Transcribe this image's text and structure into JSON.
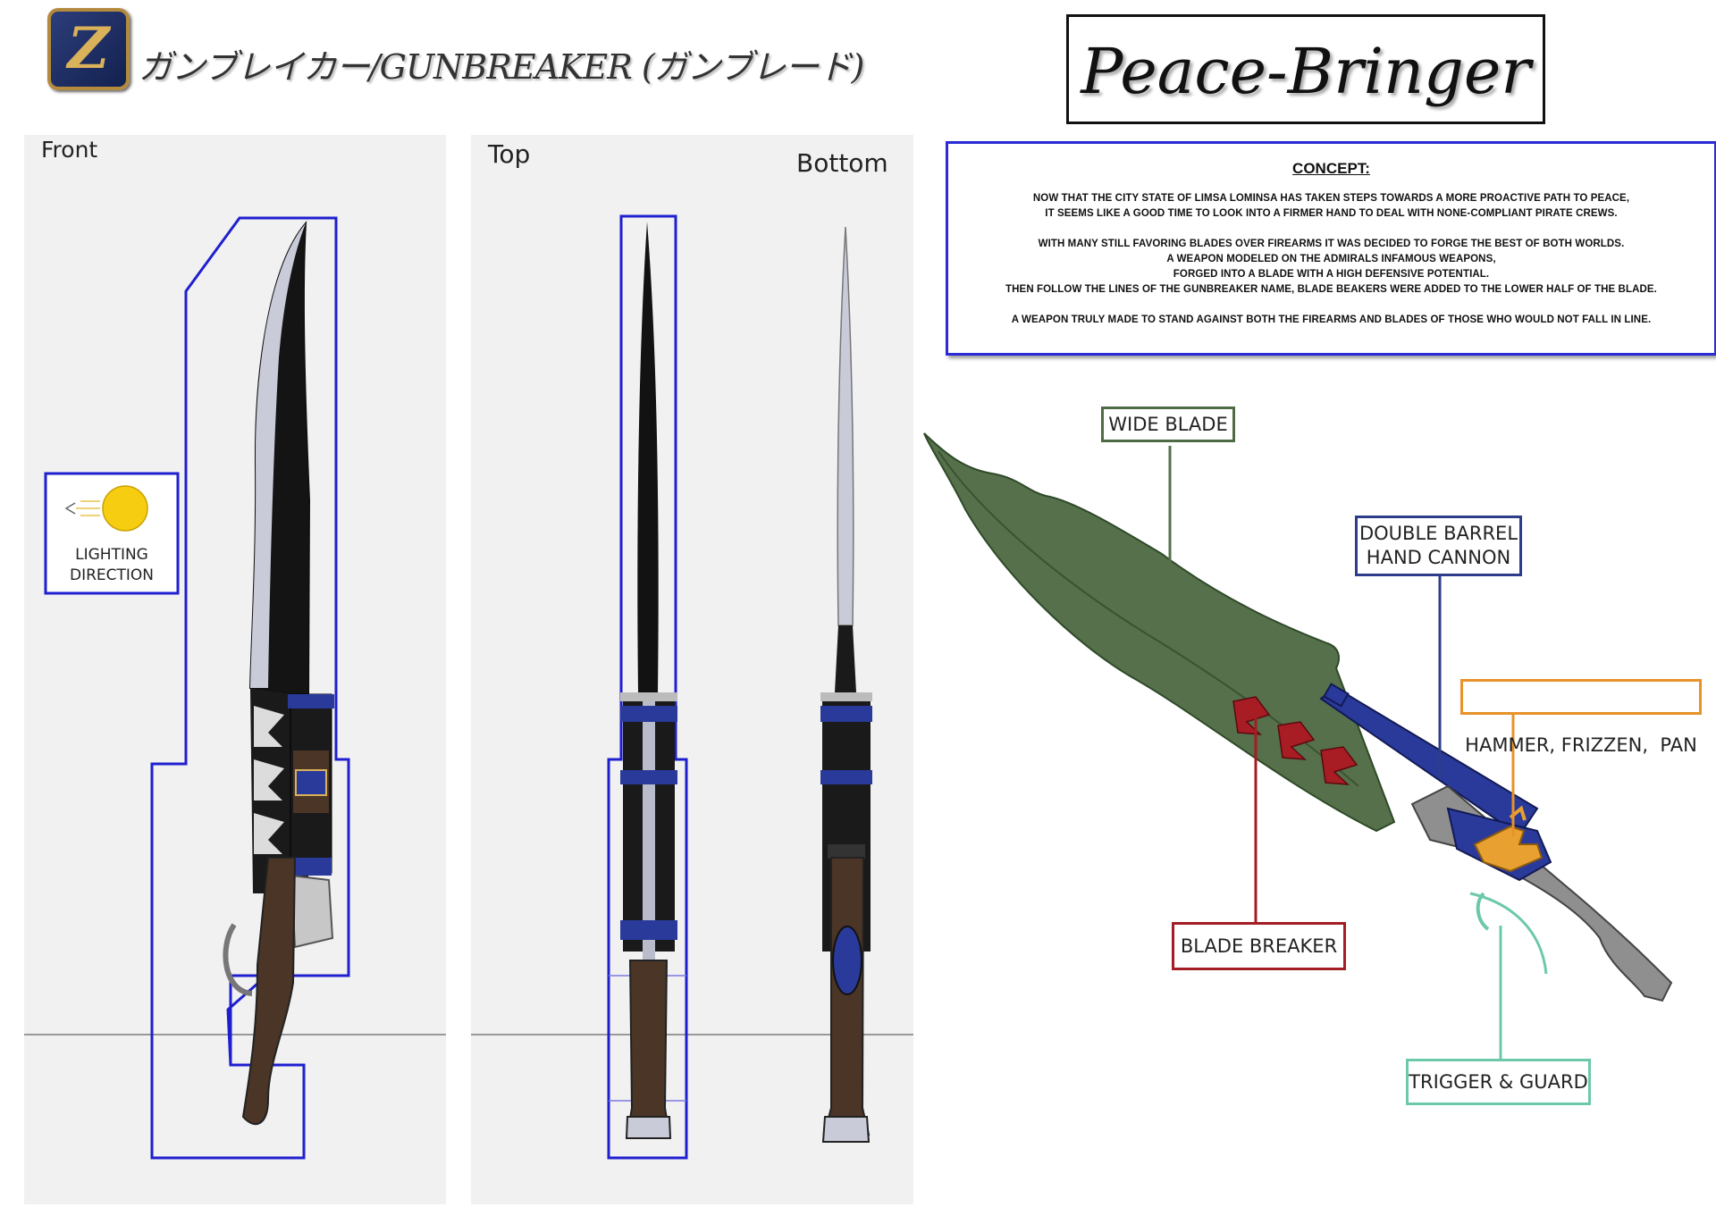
{
  "header": {
    "logo_letter": "Z",
    "title": "ガンブレイカー/GUNBREAKER (ガンブレード)"
  },
  "weapon_name": "Peace-Bringer",
  "views": {
    "front": "Front",
    "top": "Top",
    "bottom": "Bottom"
  },
  "lighting": {
    "line1": "LIGHTING",
    "line2": "DIRECTION"
  },
  "concept": {
    "heading": "CONCEPT:",
    "paragraphs": [
      [
        "NOW THAT THE CITY STATE OF LIMSA LOMINSA HAS TAKEN STEPS TOWARDS A MORE PROACTIVE PATH TO PEACE,",
        "IT SEEMS LIKE A GOOD TIME TO LOOK INTO A FIRMER HAND TO DEAL WITH NONE-COMPLIANT PIRATE CREWS."
      ],
      [
        "WITH MANY STILL FAVORING BLADES OVER FIREARMS IT WAS DECIDED TO FORGE THE BEST OF BOTH WORLDS.",
        "A WEAPON MODELED ON THE ADMIRALS INFAMOUS WEAPONS,",
        "FORGED INTO A BLADE WITH A HIGH DEFENSIVE POTENTIAL.",
        "THEN FOLLOW THE LINES OF THE GUNBREAKER NAME, BLADE BEAKERS WERE ADDED TO THE LOWER HALF OF THE BLADE."
      ],
      [
        "A WEAPON TRULY MADE TO STAND AGAINST BOTH THE FIREARMS AND BLADES OF THOSE WHO WOULD NOT FALL IN LINE."
      ]
    ]
  },
  "callouts": {
    "wide_blade": {
      "lines": [
        "WIDE BLADE"
      ],
      "color": "#4f6b45"
    },
    "double_barrel": {
      "lines": [
        "DOUBLE BARREL",
        "HAND CANNON"
      ],
      "color": "#2e3d8a"
    },
    "hammer": {
      "lines": [
        "HAMMER, FRIZZEN,  PAN"
      ],
      "color": "#e8922a"
    },
    "blade_breaker": {
      "lines": [
        "BLADE BREAKER"
      ],
      "color": "#a51d24"
    },
    "trigger": {
      "lines": [
        "TRIGGER & GUARD"
      ],
      "color": "#6cc9a8"
    }
  },
  "colors": {
    "outline_blue": "#1f1fd0",
    "blade_green": "#55704b",
    "barrel_blue": "#2a3a9a",
    "breaker_red": "#a81c24",
    "hammer_orange": "#e8a030",
    "trigger_teal": "#6cc9a8",
    "handle_brown": "#4a3526",
    "grey_metal": "#8a8a8a"
  }
}
